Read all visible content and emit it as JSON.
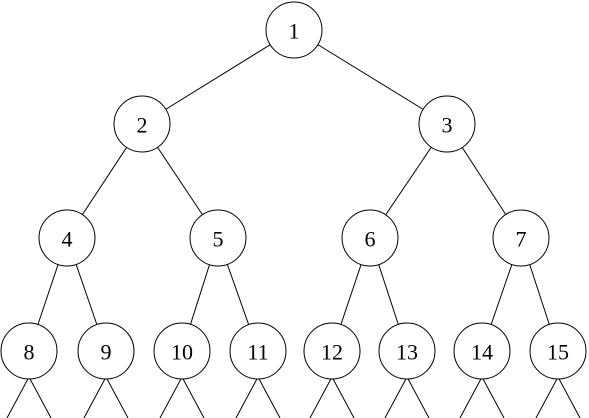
{
  "tree": {
    "nodes": [
      {
        "id": "1",
        "label": "1"
      },
      {
        "id": "2",
        "label": "2",
        "parent": "1"
      },
      {
        "id": "3",
        "label": "3",
        "parent": "1"
      },
      {
        "id": "4",
        "label": "4",
        "parent": "2"
      },
      {
        "id": "5",
        "label": "5",
        "parent": "2"
      },
      {
        "id": "6",
        "label": "6",
        "parent": "3"
      },
      {
        "id": "7",
        "label": "7",
        "parent": "3"
      },
      {
        "id": "8",
        "label": "8",
        "parent": "4"
      },
      {
        "id": "9",
        "label": "9",
        "parent": "4"
      },
      {
        "id": "10",
        "label": "10",
        "parent": "5"
      },
      {
        "id": "11",
        "label": "11",
        "parent": "5"
      },
      {
        "id": "12",
        "label": "12",
        "parent": "6"
      },
      {
        "id": "13",
        "label": "13",
        "parent": "6"
      },
      {
        "id": "14",
        "label": "14",
        "parent": "7"
      },
      {
        "id": "15",
        "label": "15",
        "parent": "7"
      }
    ],
    "continues_below": [
      "8",
      "9",
      "10",
      "11",
      "12",
      "13",
      "14",
      "15"
    ]
  },
  "colors": {
    "stroke": "#000000",
    "node_fill": "#ffffff",
    "background": "#ffffff"
  }
}
